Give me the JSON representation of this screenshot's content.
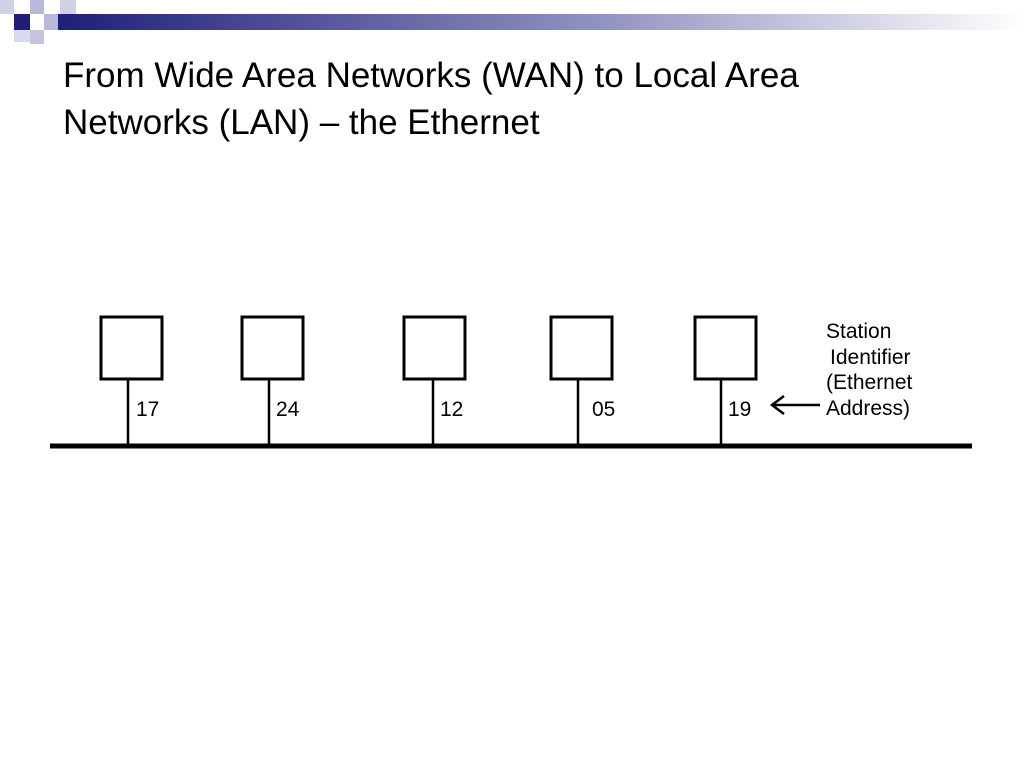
{
  "slide": {
    "title_lines": [
      "From Wide Area Networks (WAN) to Local Area",
      "Networks (LAN) – the Ethernet"
    ]
  },
  "diagram": {
    "stations": [
      {
        "id": "17"
      },
      {
        "id": "24"
      },
      {
        "id": "12"
      },
      {
        "id": "05"
      },
      {
        "id": "19"
      }
    ],
    "annotation_lines": [
      "Station",
      "Identifier",
      "(Ethernet",
      "Address)"
    ]
  },
  "colors": {
    "template_navy": "#1f1f7a",
    "template_light": "#b8b8d8",
    "ink": "#000000"
  }
}
